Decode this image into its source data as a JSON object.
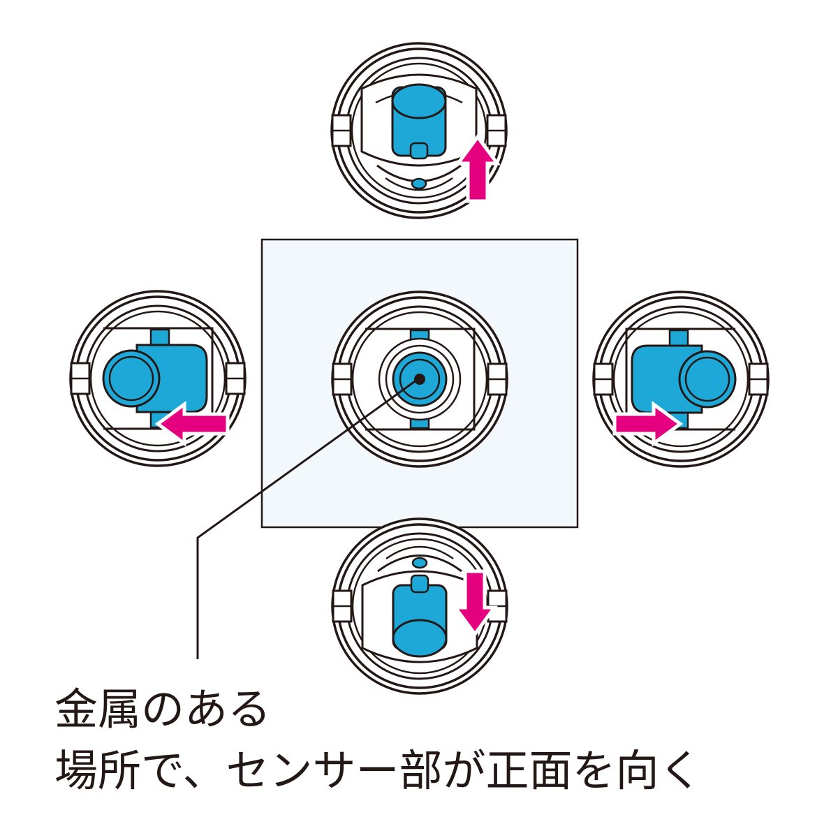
{
  "caption": {
    "line1": "金属のある",
    "line2": "場所で、センサー部が正面を向く"
  },
  "colors": {
    "outline": "#231815",
    "sensor": "#1ea8d8",
    "arrow": "#e4007f",
    "highlight_panel": "#f3f8fc"
  },
  "views": [
    {
      "id": "up",
      "arrow": "up-arrow"
    },
    {
      "id": "left",
      "arrow": "left-arrow"
    },
    {
      "id": "center",
      "arrow": "none"
    },
    {
      "id": "right",
      "arrow": "right-arrow"
    },
    {
      "id": "down",
      "arrow": "down-arrow"
    }
  ]
}
